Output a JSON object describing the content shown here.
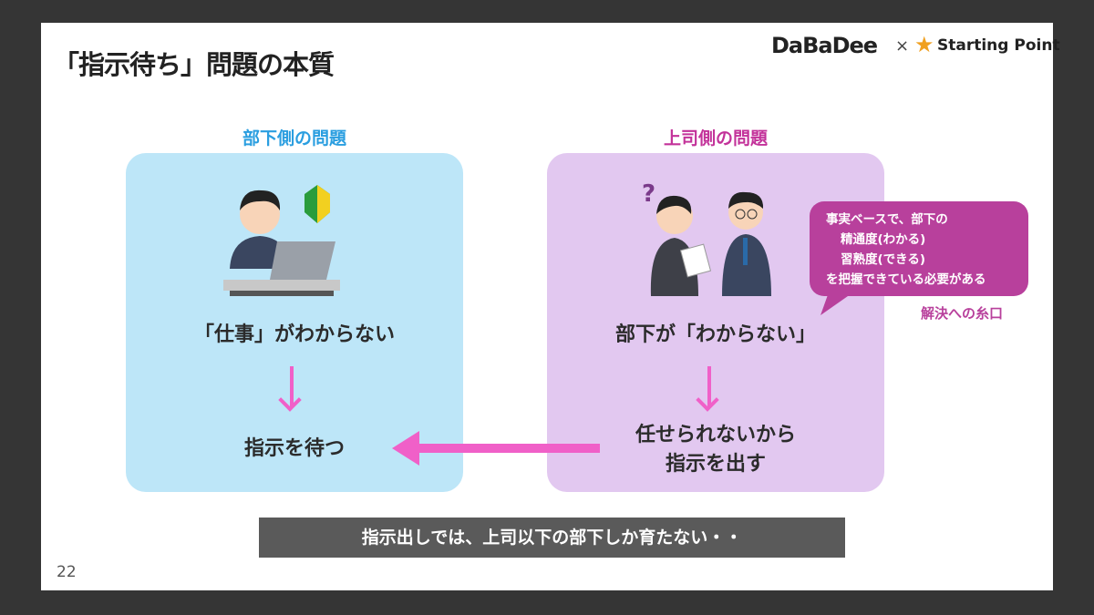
{
  "slide": {
    "title": "「指示待ち」問題の本質",
    "page_number": "22"
  },
  "logos": {
    "left": "DaBaDee",
    "separator": "×",
    "right": "Starting Point"
  },
  "left_panel": {
    "heading": "部下側の問題",
    "problem": "「仕事」がわからない",
    "result": "指示を待つ"
  },
  "right_panel": {
    "heading": "上司側の問題",
    "problem": "部下が「わからない」",
    "result_line1": "任せられないから",
    "result_line2": "指示を出す",
    "question_mark": "?"
  },
  "callout": {
    "lines": [
      "事実ベースで、部下の",
      "精通度(わかる)",
      "習熟度(できる)",
      "を把握できている必要がある"
    ],
    "caption": "解決への糸口"
  },
  "banner": {
    "text": "指示出しでは、上司以下の部下しか育たない・・"
  },
  "colors": {
    "left_accent": "#2a9ee0",
    "right_accent": "#c3329a",
    "arrow": "#f060c8",
    "callout": "#b8409c"
  }
}
